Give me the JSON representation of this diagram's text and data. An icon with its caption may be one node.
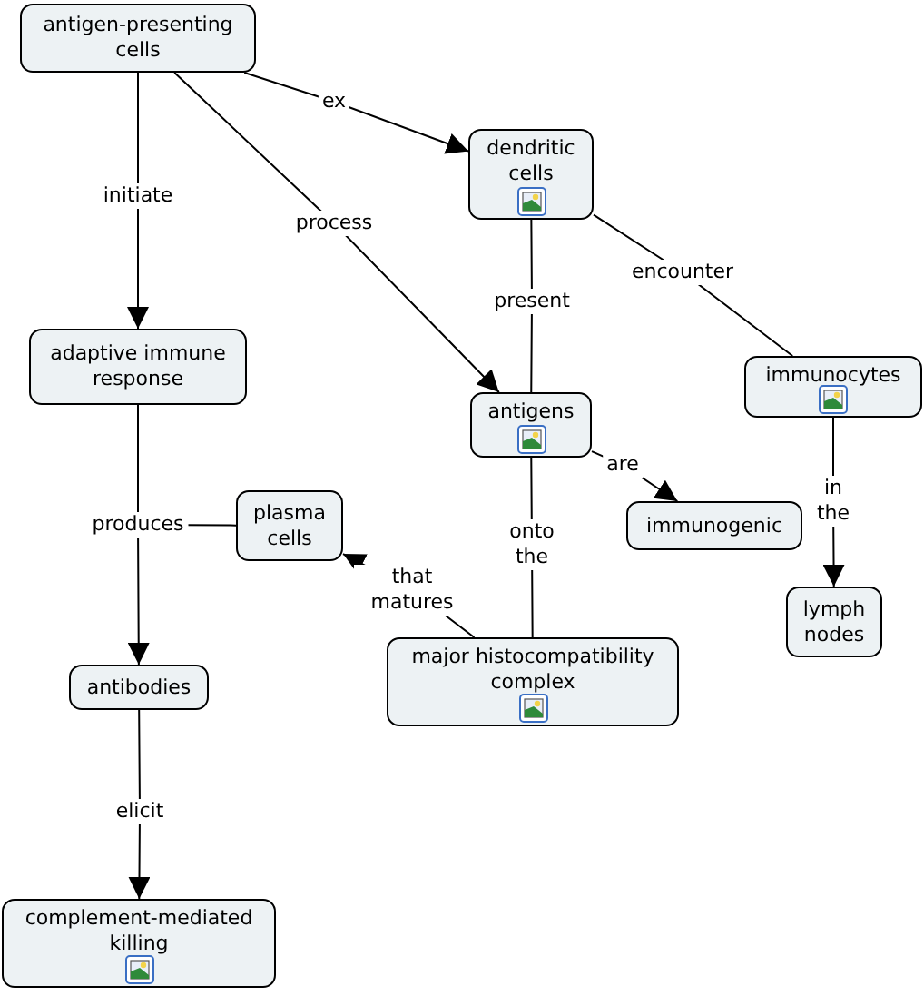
{
  "diagram": {
    "nodes": [
      {
        "text": [
          "antigen-presenting cells"
        ]
      },
      {
        "text": [
          "dendritic cells"
        ]
      },
      {
        "text": [
          "adaptive immune response"
        ]
      },
      {
        "text": [
          "immunocytes"
        ]
      },
      {
        "text": [
          "antigens"
        ]
      },
      {
        "text": [
          "plasma cells"
        ]
      },
      {
        "text": [
          "immunogenic"
        ]
      },
      {
        "text": [
          "lymph nodes"
        ]
      },
      {
        "text": [
          "major histocompatibility complex"
        ]
      },
      {
        "text": [
          "antibodies"
        ]
      },
      {
        "text": [
          "complement-mediated killing"
        ]
      }
    ],
    "edges": [
      {
        "from": 0,
        "to": 2,
        "arrow": "to",
        "label": "initiate"
      },
      {
        "from": 0,
        "to": 4,
        "arrow": "to",
        "label": "process"
      },
      {
        "from": 0,
        "to": 1,
        "arrow": "to",
        "label": "ex"
      },
      {
        "from": 1,
        "to": 4,
        "arrow": "none",
        "label": "present"
      },
      {
        "from": 1,
        "to": 3,
        "arrow": "none",
        "label": "encounter"
      },
      {
        "from": 3,
        "to": 7,
        "arrow": "to",
        "label": "in the"
      },
      {
        "from": 4,
        "to": 6,
        "arrow": "to",
        "label": "are"
      },
      {
        "from": 4,
        "to": 8,
        "arrow": "none",
        "label": "onto the"
      },
      {
        "from": 8,
        "to": 5,
        "arrow": "to",
        "label": "that matures"
      },
      {
        "from": 2,
        "to": 9,
        "arrow": "to",
        "label": "produces"
      },
      {
        "from": 2,
        "to": 5,
        "arrow": "none"
      },
      {
        "from": 9,
        "to": 10,
        "arrow": "to",
        "label": "elicit"
      }
    ]
  }
}
